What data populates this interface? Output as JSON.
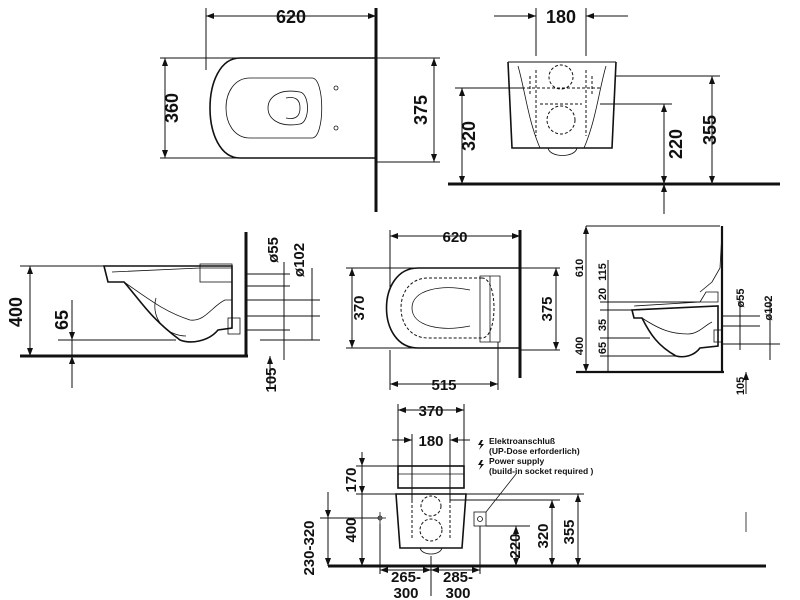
{
  "views": {
    "top_plan": {
      "width": "620",
      "depth_left": "360",
      "depth_right": "375"
    },
    "top_front": {
      "width": "180",
      "h_left": "320",
      "h_mid": "220",
      "h_right": "355"
    },
    "side_left": {
      "d55": "ø55",
      "d102": "ø102",
      "h400": "400",
      "h65": "65",
      "h105": "105"
    },
    "mid_plan": {
      "width": "620",
      "left": "370",
      "right": "375",
      "bottom": "515"
    },
    "side_right": {
      "h610": "610",
      "h115": "115",
      "h20": "20",
      "h35": "35",
      "h400": "400",
      "h65": "65",
      "h105": "105",
      "d55": "ø55",
      "d102": "ø102"
    },
    "bottom_front": {
      "w370": "370",
      "w180": "180",
      "h170": "170",
      "h400": "400",
      "range": "230-320",
      "h220": "220",
      "h320": "320",
      "h355": "355",
      "left_a": "265-",
      "left_b": "300",
      "right_a": "285-",
      "right_b": "300"
    }
  },
  "notes": {
    "de_line1": "Elektroanschluß",
    "de_line2": "(UP-Dose erforderlich)",
    "en_line1": "Power supply",
    "en_line2": "(build-in socket required )"
  },
  "icons": {
    "lightning": "lightning-icon"
  }
}
